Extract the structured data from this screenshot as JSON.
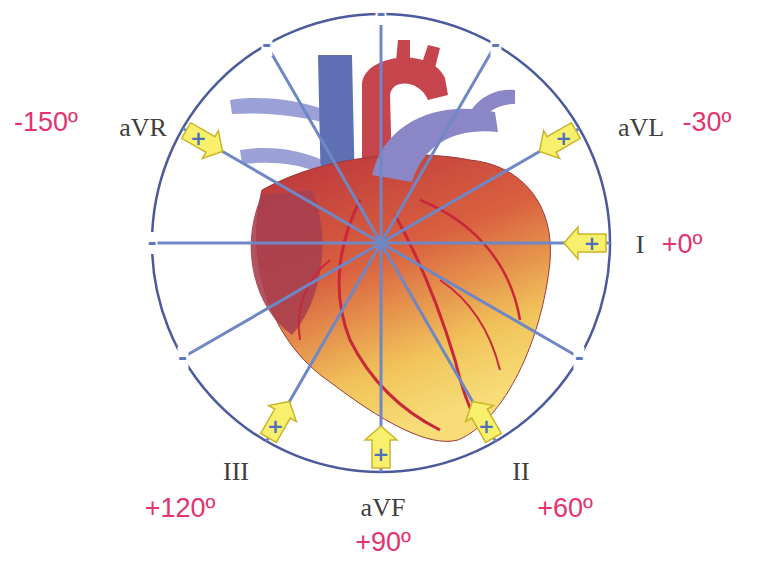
{
  "diagram": {
    "labels": [
      "-150º",
      "aVR",
      "aVL",
      "-30º",
      "I",
      "+0º",
      "III",
      "+120º",
      "aVF",
      "+90º",
      "II",
      "+60º",
      "+",
      "+",
      "+",
      "+",
      "+",
      "+",
      "-",
      "-",
      "-",
      "-",
      "-",
      "-"
    ]
  }
}
